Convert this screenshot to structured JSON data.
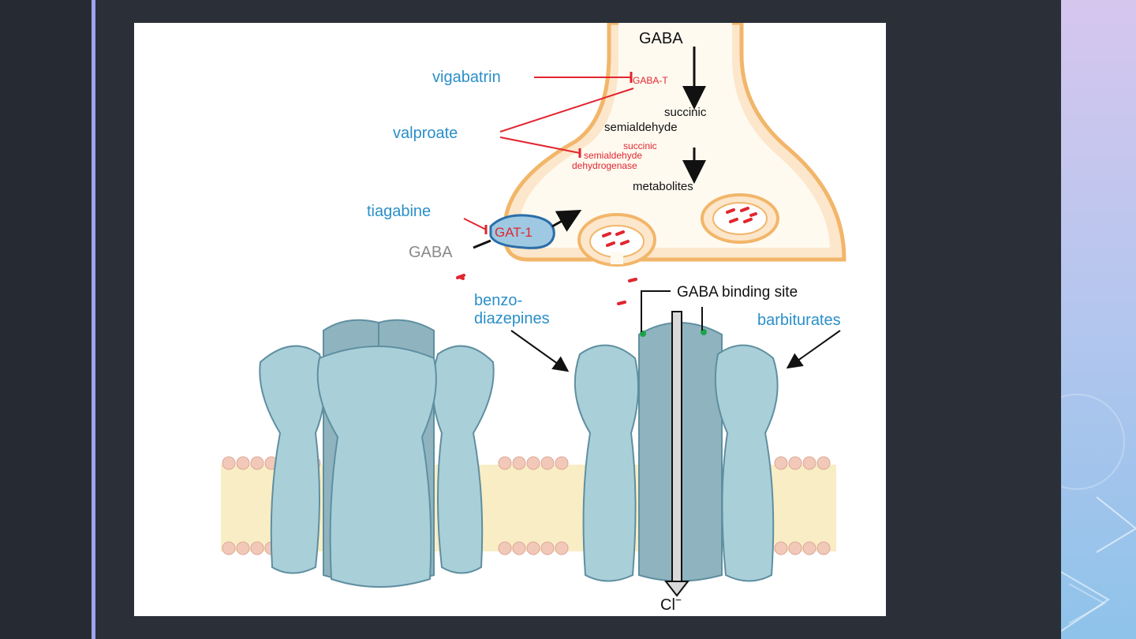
{
  "labels": {
    "gaba_top": "GABA",
    "gaba_t": "GABA-T",
    "vigabatrin": "vigabatrin",
    "valproate": "valproate",
    "succinic_semialdehyde_1": "succinic",
    "succinic_semialdehyde_2": "semialdehyde",
    "ssadh_1": "succinic",
    "ssadh_2": "semialdehyde",
    "ssadh_3": "dehydrogenase",
    "metabolites": "metabolites",
    "tiagabine": "tiagabine",
    "gat1": "GAT-1",
    "gaba_left": "GABA",
    "gaba_binding_site": "GABA binding site",
    "benzo_1": "benzo-",
    "benzo_2": "diazepines",
    "barbiturates": "barbiturates",
    "chloride_base": "Cl",
    "chloride_sup": "−"
  },
  "colors": {
    "drug_label": "#2a8fc9",
    "enzyme_label": "#e1262f",
    "terminal_fill": "#fde7cc",
    "terminal_stroke": "#f2b66a",
    "channel_fill": "#a9cfd9",
    "channel_core": "#8fb4bf",
    "membrane": "#f8edc4",
    "lipid_head": "#f2c9b8"
  },
  "icons": {
    "side_decoration": "chevron-icon"
  }
}
